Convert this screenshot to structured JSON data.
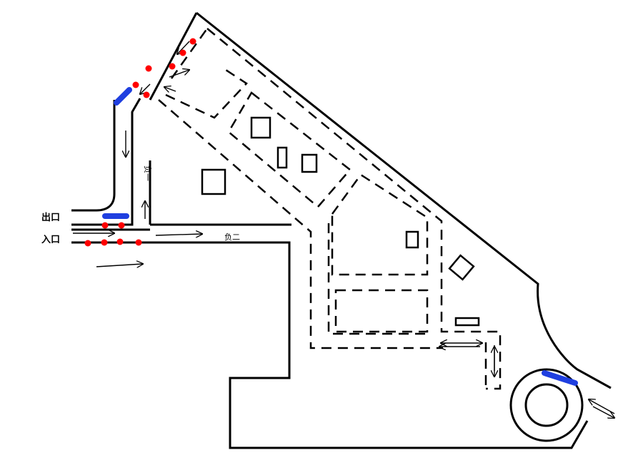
{
  "labels": {
    "exit": "出口",
    "entrance": "入口",
    "level_b1": "负一",
    "level_b2": "负二"
  },
  "colors": {
    "wall": "#000000",
    "sensor_dot": "#ff0000",
    "barrier": "#1f3fe0",
    "background": "#ffffff"
  }
}
